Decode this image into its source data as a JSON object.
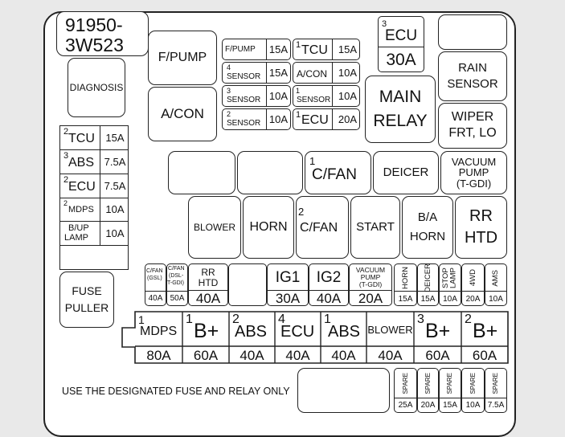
{
  "part_number": [
    "91950-",
    "3W523"
  ],
  "diagnosis": "DIAGNOSIS",
  "fuse_puller": [
    "FUSE",
    "PULLER"
  ],
  "fpump_relay": "F/PUMP",
  "acon_relay": "A/CON",
  "mini_fuses": {
    "r1": {
      "a": "F/PUMP",
      "av": "15A",
      "bsup": "1",
      "b": "TCU",
      "bv": "15A"
    },
    "r2": {
      "asup": "4",
      "a": "SENSOR",
      "av": "15A",
      "b": "A/CON",
      "bv": "10A"
    },
    "r3": {
      "asup": "3",
      "a": "SENSOR",
      "av": "10A",
      "bsup": "1",
      "b": "SENSOR",
      "bv": "10A"
    },
    "r4": {
      "asup": "2",
      "a": "SENSOR",
      "av": "10A",
      "bsup": "1",
      "b": "ECU",
      "bv": "20A"
    }
  },
  "ecu3": {
    "sup": "3",
    "label": "ECU",
    "value": "30A"
  },
  "main_relay": [
    "MAIN",
    "RELAY"
  ],
  "rain_sensor": [
    "RAIN",
    "SENSOR"
  ],
  "wiper": [
    "WIPER",
    "FRT, LO"
  ],
  "vacuum_pump_relay": [
    "VACUUM",
    "PUMP",
    "(T-GDI)"
  ],
  "left_fuses": [
    {
      "sup": "2",
      "label": "TCU",
      "value": "15A"
    },
    {
      "sup": "3",
      "label": "ABS",
      "value": "7.5A"
    },
    {
      "sup": "2",
      "label": "ECU",
      "value": "7.5A"
    },
    {
      "sup": "2",
      "label": "MDPS",
      "value": "10A"
    },
    {
      "label": [
        "B/UP",
        "LAMP"
      ],
      "value": "10A"
    }
  ],
  "relays_row1": {
    "cfan": {
      "sup": "1",
      "label": "C/FAN"
    },
    "deicer": "DEICER"
  },
  "relays_row2": {
    "blower": "BLOWER",
    "horn": "HORN",
    "cfan2": {
      "sup": "2",
      "label": "C/FAN"
    },
    "start": "START",
    "ba_horn": [
      "B/A",
      "HORN"
    ],
    "rr_htd": [
      "RR",
      "HTD"
    ]
  },
  "fuse_row": {
    "cfan_gsl": {
      "label": [
        "C/FAN",
        "(GSL)"
      ],
      "value": "40A"
    },
    "cfan_dsl": {
      "label": [
        "C/FAN",
        "(DSL-",
        "T-GDI)"
      ],
      "value": "50A"
    },
    "rr_htd": {
      "label": [
        "RR",
        "HTD"
      ],
      "value": "40A"
    },
    "ig1": {
      "label": "IG1",
      "value": "30A"
    },
    "ig2": {
      "label": "IG2",
      "value": "40A"
    },
    "vacuum": {
      "label": [
        "VACUUM",
        "PUMP",
        "(T-GDI)"
      ],
      "value": "20A"
    },
    "small": [
      {
        "label": "HORN",
        "value": "15A"
      },
      {
        "label": "DEICER",
        "value": "15A"
      },
      {
        "label": "STOP LAMP",
        "value": "10A"
      },
      {
        "label": "4WD",
        "value": "20A"
      },
      {
        "label": "AMS",
        "value": "10A"
      }
    ]
  },
  "big_fuses": [
    {
      "sup": "1",
      "label": "MDPS",
      "value": "80A"
    },
    {
      "sup": "1",
      "label": "B+",
      "value": "60A"
    },
    {
      "sup": "2",
      "label": "ABS",
      "value": "40A"
    },
    {
      "sup": "4",
      "label": "ECU",
      "value": "40A"
    },
    {
      "sup": "1",
      "label": "ABS",
      "value": "40A"
    },
    {
      "label": "BLOWER",
      "value": "40A"
    },
    {
      "sup": "3",
      "label": "B+",
      "value": "60A"
    },
    {
      "sup": "2",
      "label": "B+",
      "value": "60A"
    }
  ],
  "spares": [
    {
      "label": "SPARE",
      "value": "25A"
    },
    {
      "label": "SPARE",
      "value": "20A"
    },
    {
      "label": "SPARE",
      "value": "15A"
    },
    {
      "label": "SPARE",
      "value": "10A"
    },
    {
      "label": "SPARE",
      "value": "7.5A"
    }
  ],
  "footer": "USE THE DESIGNATED FUSE AND RELAY ONLY"
}
